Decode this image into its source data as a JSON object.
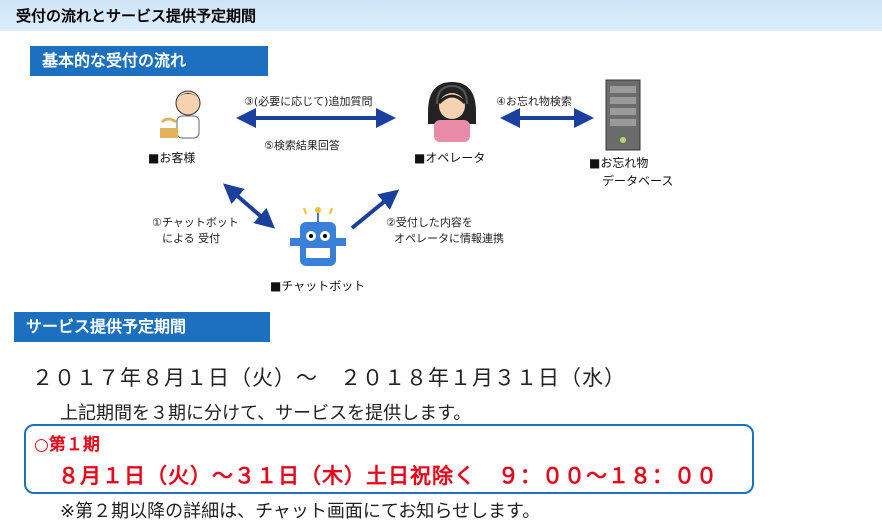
{
  "header": {
    "title": "受付の流れとサービス提供予定期間"
  },
  "flow_section": {
    "label": "基本的な受付の流れ",
    "nodes": {
      "customer": "■お客様",
      "operator": "■オペレータ",
      "database_line1": "■お忘れ物",
      "database_line2": "データベース",
      "chatbot": "■チャットボット"
    },
    "edges": {
      "step1_line1": "①チャットボット",
      "step1_line2": "による 受付",
      "step2_line1": "②受付した内容を",
      "step2_line2": "オペレータに情報連携",
      "step3": "③(必要に応じて)追加質問",
      "step4": "④お忘れ物検索",
      "step5": "⑤検索結果回答"
    }
  },
  "period_section": {
    "label": "サービス提供予定期間",
    "period": "２０１７年８月１日（火）～　２０１８年１月３１日（水）",
    "description": "上記期間を３期に分けて、サービスを提供します。",
    "phase1": {
      "title": "○第１期",
      "detail": "８月１日（火）～３１日（木）土日祝除く　９：００～１８：００"
    },
    "note": "※第２期以降の詳細は、チャット画面にてお知らせします。"
  },
  "colors": {
    "accent": "#1d6fc0",
    "alert": "#e8071a",
    "header_bg": "#d6e9f8",
    "arrow": "#1b3f9c"
  }
}
